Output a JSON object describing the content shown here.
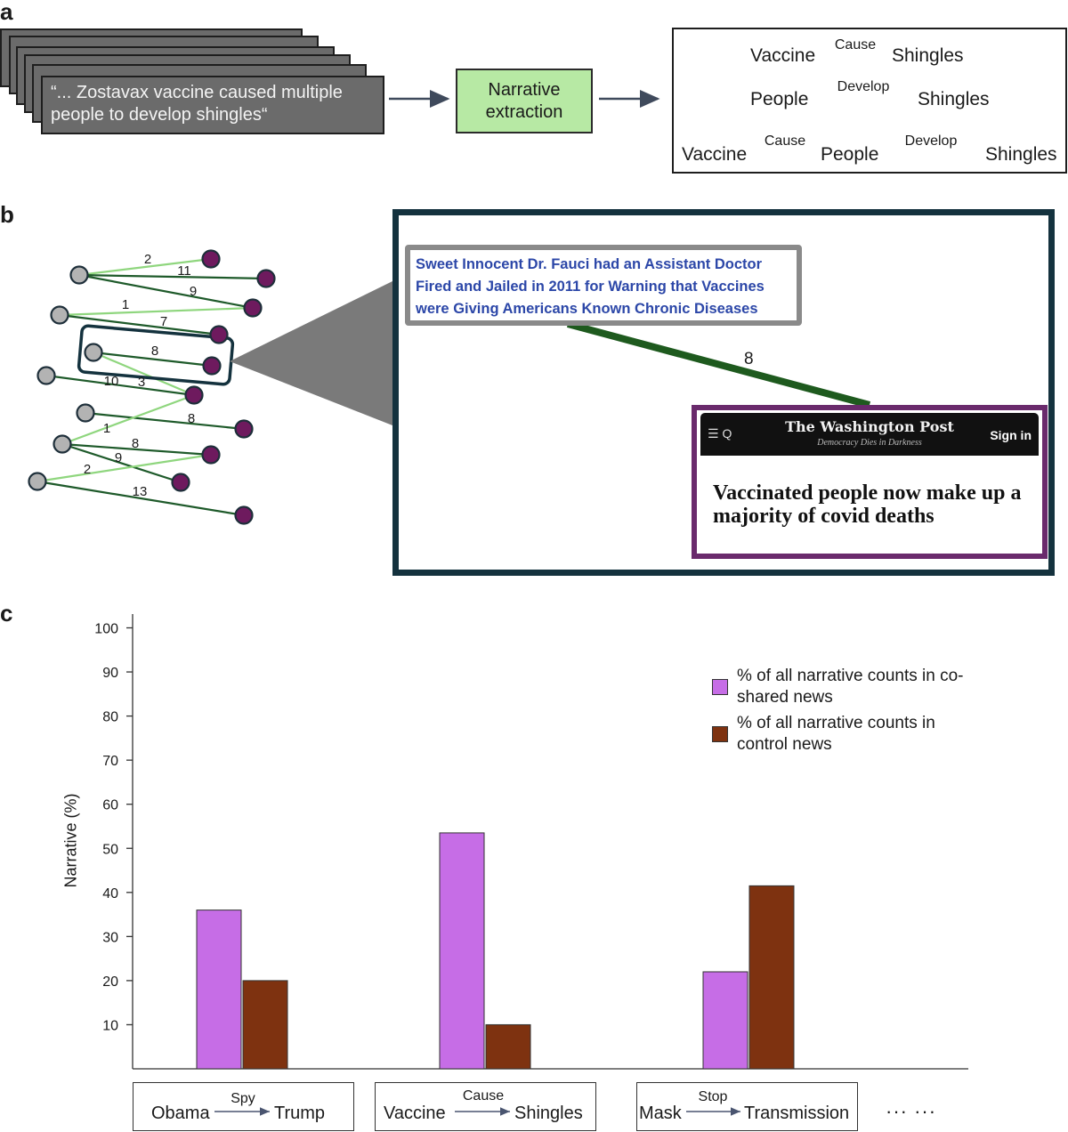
{
  "panel_a": {
    "letter": "a",
    "quote": "“... Zostavax vaccine caused multiple people to develop shingles“",
    "extraction_label": "Narrative extraction",
    "narratives": [
      {
        "subject": "Vaccine",
        "relation": "Cause",
        "object": "Shingles"
      },
      {
        "subject": "People",
        "relation": "Develop",
        "object": "Shingles"
      },
      {
        "subject": "Vaccine",
        "relation1": "Cause",
        "middle": "People",
        "relation2": "Develop",
        "object": "Shingles"
      }
    ]
  },
  "panel_b": {
    "letter": "b",
    "network_edges": [
      "2",
      "11",
      "9",
      "1",
      "7",
      "8",
      "10",
      "3",
      "8",
      "1",
      "8",
      "9",
      "2",
      "13"
    ],
    "headline": "Sweet Innocent Dr. Fauci had an Assistant Doctor Fired and Jailed in 2011 for Warning that Vaccines were Giving Americans Known Chronic Diseases",
    "edge_weight": "8",
    "wapo": {
      "menu": "☰ Q",
      "logo": "The Washington Post",
      "tagline": "Democracy Dies in Darkness",
      "sign_in": "Sign in",
      "headline": "Vaccinated people now make up a majority of covid deaths"
    },
    "colors": {
      "light_edge": "#8fd67e",
      "dark_edge": "#1e5a2a",
      "grey_node": "#b3b3b3",
      "purple_node": "#6e1a5e",
      "frame": "#14323e",
      "wapo_border": "#6a2a6c"
    }
  },
  "panel_c": {
    "letter": "c",
    "legend": [
      {
        "label": "% of all narrative counts in co-shared news",
        "color": "#c66de6"
      },
      {
        "label": "% of all narrative counts in control news",
        "color": "#7e3210"
      }
    ],
    "categories": [
      {
        "subject": "Obama",
        "relation": "Spy",
        "object": "Trump"
      },
      {
        "subject": "Vaccine",
        "relation": "Cause",
        "object": "Shingles"
      },
      {
        "subject": "Mask",
        "relation": "Stop",
        "object": "Transmission"
      }
    ],
    "ellipsis": "··· ···"
  },
  "chart_data": {
    "type": "bar",
    "ylabel": "Narrative (%)",
    "ylim": [
      0,
      100
    ],
    "yticks": [
      "10",
      "20",
      "30",
      "40",
      "50",
      "60",
      "70",
      "80",
      "90",
      "100"
    ],
    "categories": [
      "Obama Spy Trump",
      "Vaccine Cause Shingles",
      "Mask Stop Transmission"
    ],
    "series": [
      {
        "name": "% of all narrative counts in co-shared news",
        "color": "#c66de6",
        "values": [
          36,
          53.5,
          22
        ]
      },
      {
        "name": "% of all narrative counts in control news",
        "color": "#7e3210",
        "values": [
          20,
          10,
          41.5
        ]
      }
    ],
    "legend": "top-right",
    "grid": false
  }
}
